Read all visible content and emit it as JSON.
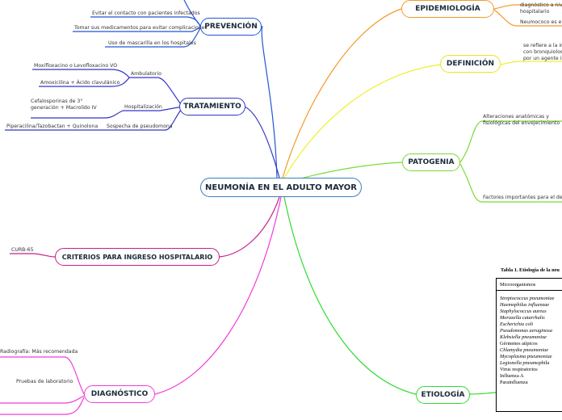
{
  "center": {
    "title": "NEUMONÍA EN EL ADULTO MAYOR"
  },
  "branches": {
    "prevencion": {
      "title": "PREVENCIÓN",
      "items": [
        "Evitar el contacto con pacientes infectados",
        "Tomar sus medicamentos para evitar complicaciones",
        "Uso de mascarilla en los hospitales"
      ]
    },
    "tratamiento": {
      "title": "TRATAMIENTO",
      "ambulatorio": {
        "label": "Ambulatorio",
        "items": [
          "Moxifloxacino o Levofloxacino VO",
          "Amoxicilina + Ácido clavulánico"
        ]
      },
      "hospitalizacion": {
        "label": "Hospitalización",
        "items": [
          "Cefalosporinas de 3° generación + Macrolido IV"
        ]
      },
      "pseudomona": {
        "label": "Sospecha de pseudomona",
        "items": [
          "Piperacilina/Tazobactan + Quinolona"
        ]
      }
    },
    "criterios": {
      "title": "CRITERIOS PARA INGRESO HOSPITALARIO",
      "items": [
        "CURB-65"
      ]
    },
    "diagnostico": {
      "title": "DIAGNÓSTICO",
      "items": [
        "Radiografía: Más recomendada",
        "Pruebas de laboratorio"
      ]
    },
    "epidemiologia": {
      "title": "EPIDEMIOLOGÍA",
      "items": [
        "Es el cuarto diagnóstico a nivel hospitalario",
        "Neumococo es el p"
      ]
    },
    "definicion": {
      "title": "DEFINICIÓN",
      "items": [
        "se refiere a la in con bronquiolos por un agente inf"
      ]
    },
    "patogenia": {
      "title": "PATOGENIA",
      "items": [
        "Alteraciones anatómicas y fisiológicas del envejecimiento",
        "Factores importantes para el desa"
      ]
    },
    "etiologia": {
      "title": "ETIOLOGÍA",
      "table": {
        "caption": "Tabla 1. Etiología de la neu",
        "header": "Microorganismos",
        "italic_rows": [
          "Streptococcus pneumoniae",
          "Haemophilus influenzae",
          "Staphylococcus aureus",
          "Moraxella catarrhalis",
          "Escherichia coli",
          "Pseudomonas aeruginosa",
          "Klebsiella pneumoniae"
        ],
        "plain_rows_1": [
          "Gérmenes atípicos"
        ],
        "italic_rows_2": [
          "Chlamydia pneumoniae",
          "Mycoplasma pneumoniae",
          "Legionella pneumophila"
        ],
        "plain_rows_2": [
          "Virus respiratorios",
          "Influenza A",
          "Parainfluenza"
        ]
      }
    }
  },
  "colors": {
    "prevencion": "#2255d6",
    "tratamiento": "#3535c9",
    "criterios": "#c81e8c",
    "diagnostico": "#ef3ed8",
    "epidemiologia": "#f39a2a",
    "definicion": "#f0ef2a",
    "patogenia": "#7cd83a",
    "etiologia": "#31dc31",
    "center_border": "#3a7fc2"
  }
}
